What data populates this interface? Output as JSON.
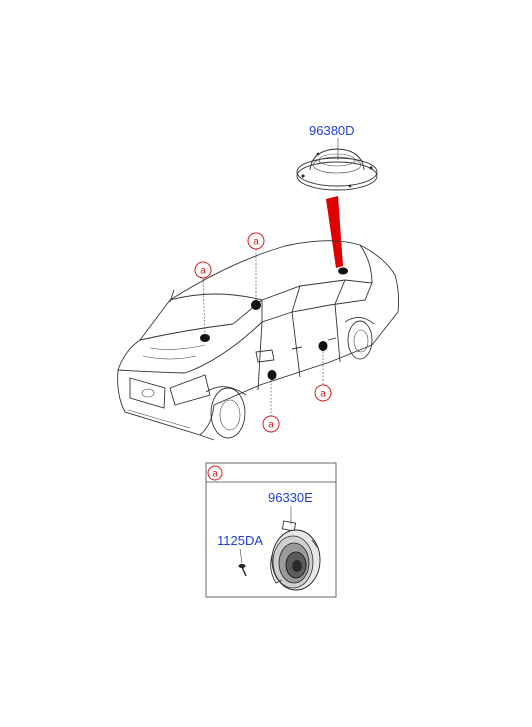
{
  "parts": {
    "roof_speaker": {
      "part_number": "96380D"
    },
    "door_speaker": {
      "part_number": "96330E"
    },
    "screw": {
      "part_number": "1125DA"
    }
  },
  "callouts": {
    "letter": "a"
  },
  "colors": {
    "part_number_text": "#1f3fd6",
    "callout": "#d42020",
    "leader_arrow": "#e00000",
    "line_art": "#333333"
  }
}
